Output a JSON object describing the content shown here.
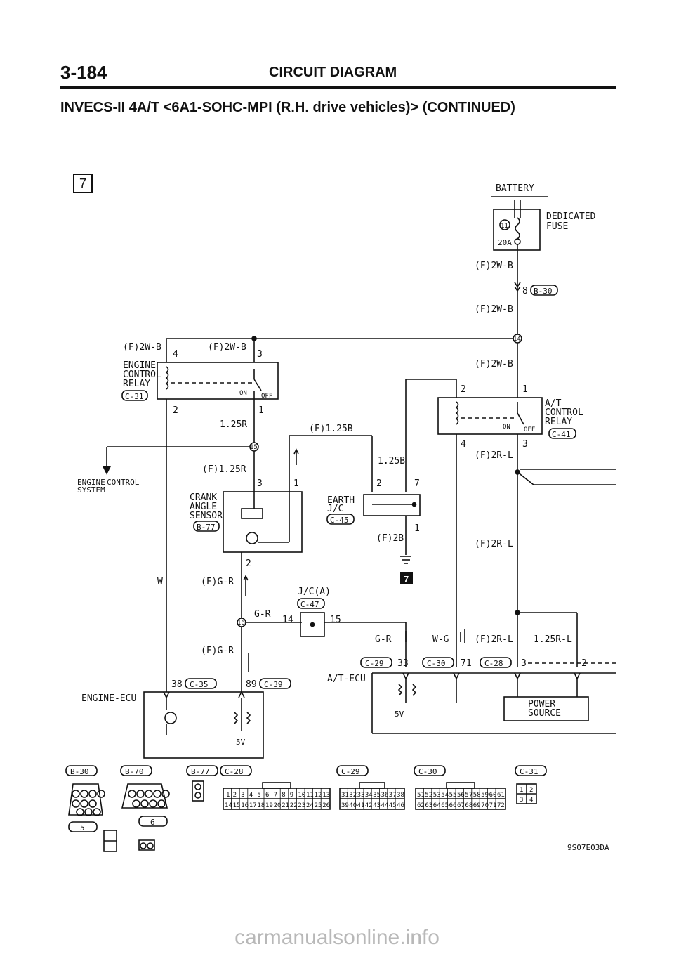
{
  "header": {
    "page_number": "3-184",
    "title": "CIRCUIT DIAGRAM",
    "subtitle": "INVECS-II 4A/T <6A1-SOHC-MPI (R.H. drive vehicles)> (CONTINUED)",
    "page_badge": "7"
  },
  "battery": {
    "label": "BATTERY"
  },
  "fuse": {
    "label": "DEDICATED FUSE",
    "line1": "DEDICATED",
    "line2": "FUSE",
    "number": "11",
    "rating": "20A"
  },
  "wires": {
    "f2wb": "(F)2W-B",
    "f125b": "(F)1.25B",
    "f125r": "(F)1.25R",
    "f2rl": "(F)2R-L",
    "f2b": "(F)2B",
    "fgr": "(F)G-R",
    "gr": "G-R",
    "wg": "W-G",
    "w": "W",
    "r125": "1.25R",
    "b125": "1.25B",
    "rl125": "1.25R-L"
  },
  "components": {
    "engine_control_relay": {
      "line1": "ENGINE",
      "line2": "CONTROL",
      "line3": "RELAY",
      "connector": "C-31",
      "on": "ON",
      "off": "OFF"
    },
    "at_control_relay": {
      "line1": "A/T",
      "line2": "CONTROL",
      "line3": "RELAY",
      "connector": "C-41",
      "on": "ON",
      "off": "OFF"
    },
    "engine_control_system": {
      "line1": "ENGINE",
      "line2": "SYSTEM",
      "word": "CONTROL"
    },
    "crank_angle_sensor": {
      "line1": "CRANK",
      "line2": "ANGLE",
      "line3": "SENSOR",
      "connector": "B-77"
    },
    "earth_jc": {
      "line1": "EARTH",
      "line2": "J/C",
      "connector": "C-45"
    },
    "jc_a": {
      "label": "J/C(A)",
      "connector": "C-47"
    },
    "engine_ecu": {
      "label": "ENGINE-ECU",
      "v5": "5V"
    },
    "at_ecu": {
      "label": "A/T-ECU",
      "v5": "5V"
    },
    "power_source": {
      "line1": "POWER",
      "line2": "SOURCE"
    },
    "ground_badge": "7"
  },
  "pins": {
    "p8": "8",
    "p4": "4",
    "p3": "3",
    "p2": "2",
    "p1": "1",
    "p7": "7",
    "p14": "14",
    "p15": "15",
    "p16": "16",
    "p33": "33",
    "p71": "71",
    "p38": "38",
    "p89": "89",
    "p11": "11"
  },
  "connector_refs": {
    "b30": "B-30",
    "c35": "C-35",
    "c39": "C-39",
    "c29": "C-29",
    "c30": "C-30",
    "c28": "C-28"
  },
  "connector_legend": {
    "b30": {
      "label": "B-30",
      "sub": "5"
    },
    "b70": {
      "label": "B-70",
      "sub": "6"
    },
    "b77": {
      "label": "B-77"
    },
    "c28": {
      "label": "C-28",
      "row1": [
        "1",
        "2",
        "3",
        "4",
        "5",
        "6",
        "7",
        "8",
        "9",
        "10",
        "11",
        "12",
        "13"
      ],
      "row2": [
        "14",
        "15",
        "16",
        "17",
        "18",
        "19",
        "20",
        "21",
        "22",
        "23",
        "24",
        "25",
        "26"
      ]
    },
    "c29": {
      "label": "C-29",
      "row1": [
        "31",
        "32",
        "33",
        "34",
        "35",
        "36",
        "37",
        "38"
      ],
      "row2": [
        "39",
        "40",
        "41",
        "42",
        "43",
        "44",
        "45",
        "46"
      ]
    },
    "c30": {
      "label": "C-30",
      "row1": [
        "51",
        "52",
        "53",
        "54",
        "55",
        "56",
        "57",
        "58",
        "59",
        "60",
        "61"
      ],
      "row2": [
        "62",
        "63",
        "64",
        "65",
        "66",
        "67",
        "68",
        "69",
        "70",
        "71",
        "72"
      ]
    },
    "c31": {
      "label": "C-31",
      "row1": [
        "1",
        "2"
      ],
      "row2": [
        "3",
        "4"
      ]
    }
  },
  "footer": {
    "image_code": "9S07E03DA",
    "watermark": "carmanualsonline.info"
  }
}
